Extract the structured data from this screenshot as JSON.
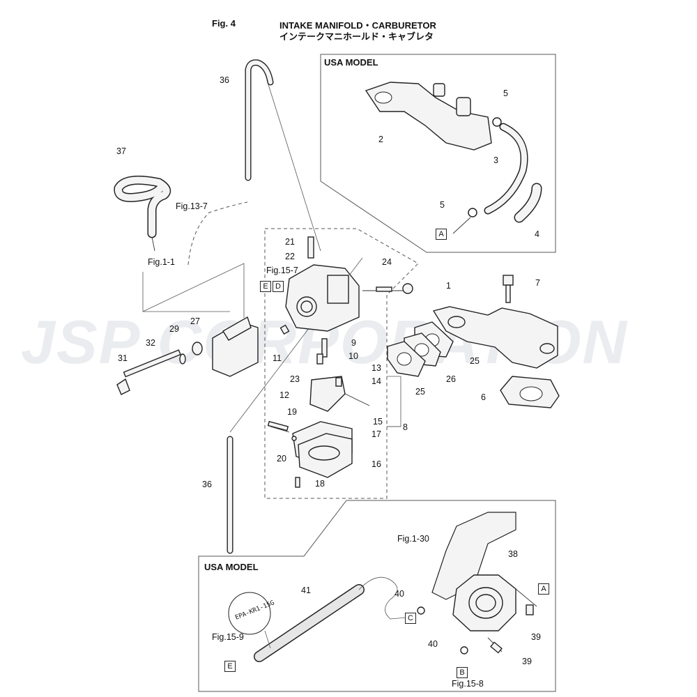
{
  "header": {
    "fig": "Fig. 4",
    "title_en": "INTAKE MANIFOLD・CARBURETOR",
    "title_jp": "インテークマニホールド・キャブレタ"
  },
  "watermark": "JSP CORPORATION",
  "usa_model_top": "USA MODEL",
  "usa_model_bottom": "USA MODEL",
  "hose_stamp": "EPA-KR1-15G",
  "callouts": [
    "1",
    "2",
    "3",
    "4",
    "5",
    "5",
    "6",
    "7",
    "8",
    "9",
    "10",
    "11",
    "12",
    "13",
    "14",
    "15",
    "16",
    "17",
    "18",
    "19",
    "20",
    "21",
    "22",
    "23",
    "24",
    "25",
    "25",
    "26",
    "27",
    "29",
    "31",
    "32",
    "36",
    "36",
    "37",
    "38",
    "39",
    "39",
    "40",
    "40",
    "41"
  ],
  "refs": {
    "fig13_7": "Fig.13-7",
    "fig1_1": "Fig.1-1",
    "fig15_7": "Fig.15-7",
    "fig1_30": "Fig.1-30",
    "fig15_9": "Fig.15-9",
    "fig15_8": "Fig.15-8"
  },
  "box_letters": {
    "a_top": "A",
    "e_left": "E",
    "d_left": "D",
    "a_bot": "A",
    "c_bot": "C",
    "b_bot": "B",
    "e_bot": "E"
  }
}
